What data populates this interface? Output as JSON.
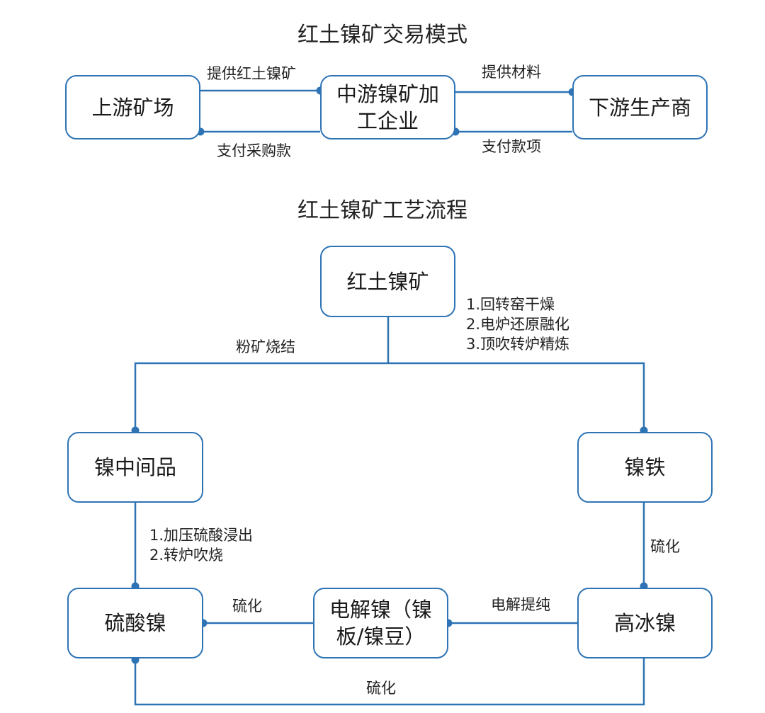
{
  "trade": {
    "title": "红土镍矿交易模式",
    "nodes": {
      "upstream": "上游矿场",
      "midstream": "中游镍矿加工企业",
      "downstream": "下游生产商"
    },
    "edges": {
      "supply_ore": "提供红土镍矿",
      "pay_purchase": "支付采购款",
      "supply_material": "提供材料",
      "pay_funds": "支付款项"
    }
  },
  "process": {
    "title": "红土镍矿工艺流程",
    "nodes": {
      "laterite": "红土镍矿",
      "nickel_intermediate": "镍中间品",
      "ferronickel": "镍铁",
      "nickel_sulfate": "硫酸镍",
      "electrolytic_nickel": "电解镍（镍板/镍豆）",
      "nickel_matte": "高冰镍"
    },
    "edges": {
      "powder_sintering": "粉矿烧结",
      "rkef_steps": [
        "1.回转窑干燥",
        "2.电炉还原融化",
        "3.顶吹转炉精炼"
      ],
      "hpal_steps": [
        "1.加压硫酸浸出",
        "2.转炉吹烧"
      ],
      "sulfurize_right": "硫化",
      "sulfurize_left": "硫化",
      "electro_purify": "电解提纯",
      "sulfurize_bottom": "硫化"
    }
  },
  "colors": {
    "accent": "#2e74b5",
    "line": "#2e74b5"
  }
}
